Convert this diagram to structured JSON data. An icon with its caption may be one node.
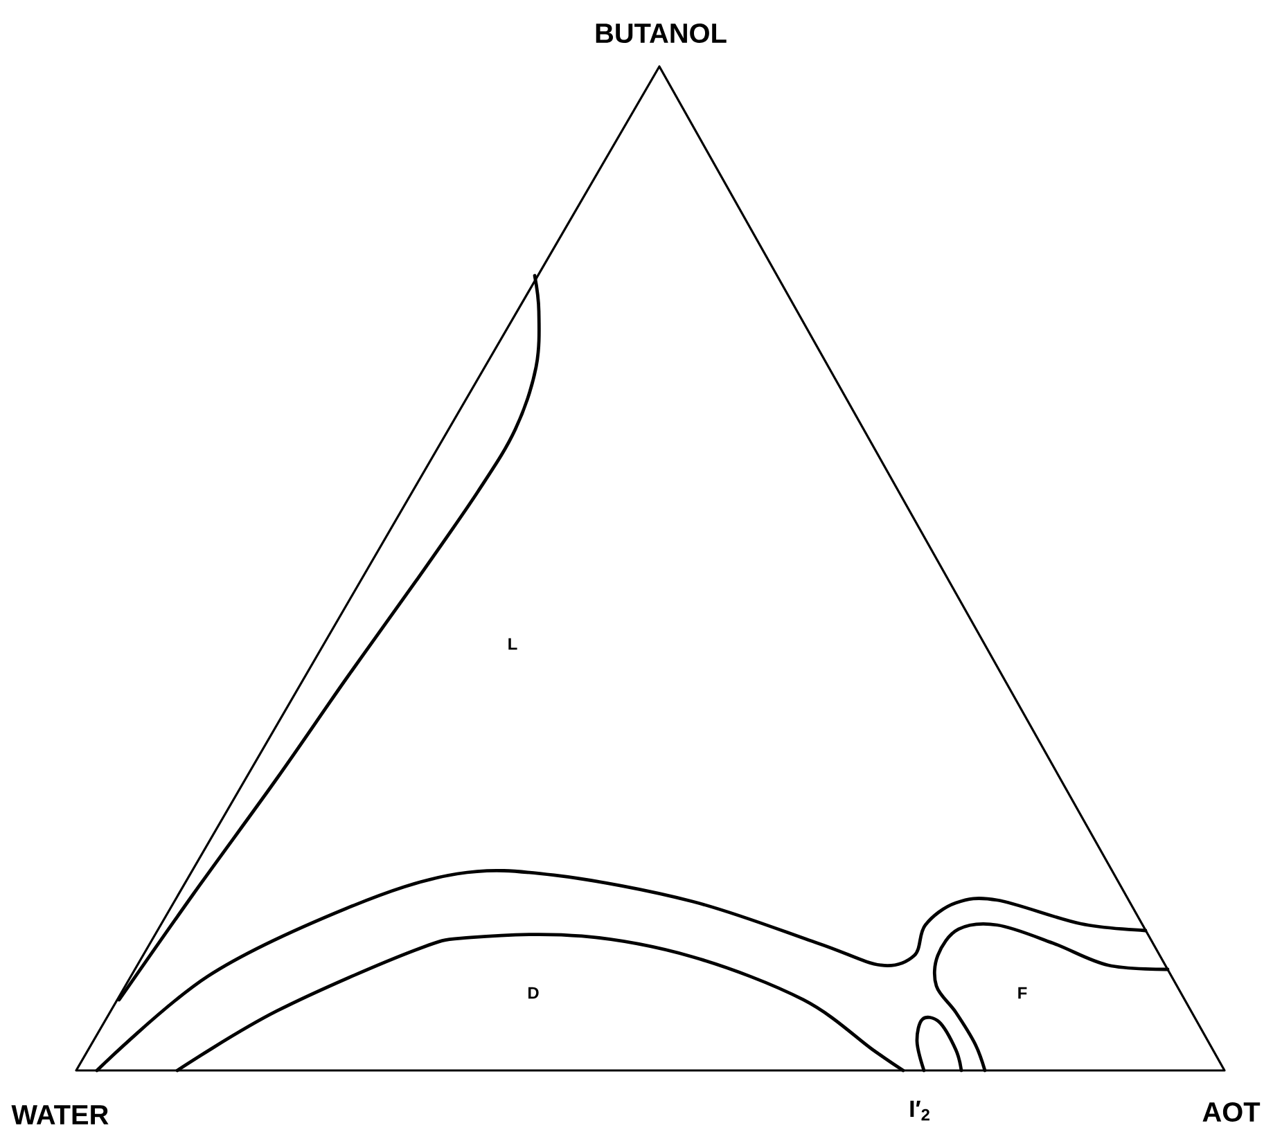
{
  "diagram": {
    "labels": [
      "BUTANOL",
      "L",
      "D",
      "F",
      "WATER",
      "I′$_{2}$",
      "AOT"
    ]
  }
}
